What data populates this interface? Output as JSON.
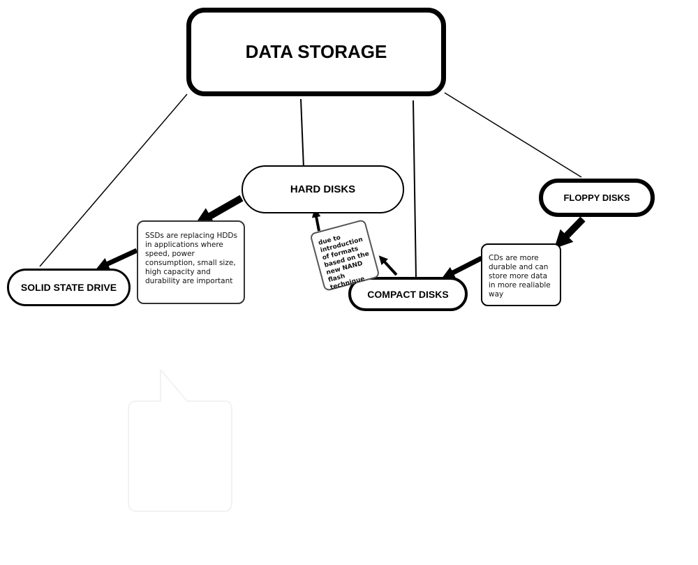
{
  "nodes": {
    "root": "DATA STORAGE",
    "hard_disks": "HARD DISKS",
    "floppy_disks": "FLOPPY DISKS",
    "solid_state_drive": "SOLID STATE DRIVE",
    "compact_disks": "COMPACT DISKS"
  },
  "notes": {
    "ssd_note": "SSDs are replacing HDDs in applications where speed, power consumption, small size, high capacity and durability are important",
    "cd_note": "CDs are more durable and can store more data in more realiable way",
    "nand_note": "due to introduction of formats based on the new NAND flash technique"
  },
  "edges": [
    {
      "from": "root",
      "to": "solid_state_drive",
      "style": "line"
    },
    {
      "from": "root",
      "to": "hard_disks",
      "style": "line"
    },
    {
      "from": "root",
      "to": "compact_disks",
      "style": "line"
    },
    {
      "from": "root",
      "to": "floppy_disks",
      "style": "line"
    },
    {
      "from": "hard_disks",
      "to": "ssd_note",
      "style": "arrow"
    },
    {
      "from": "ssd_note",
      "to": "solid_state_drive",
      "style": "arrow"
    },
    {
      "from": "floppy_disks",
      "to": "cd_note",
      "style": "arrow"
    },
    {
      "from": "cd_note",
      "to": "compact_disks",
      "style": "arrow"
    },
    {
      "from": "compact_disks",
      "to": "nand_note",
      "style": "arrow"
    },
    {
      "from": "nand_note",
      "to": "hard_disks",
      "style": "arrow"
    }
  ],
  "colors": {
    "ink": "#000000",
    "background": "#ffffff"
  }
}
